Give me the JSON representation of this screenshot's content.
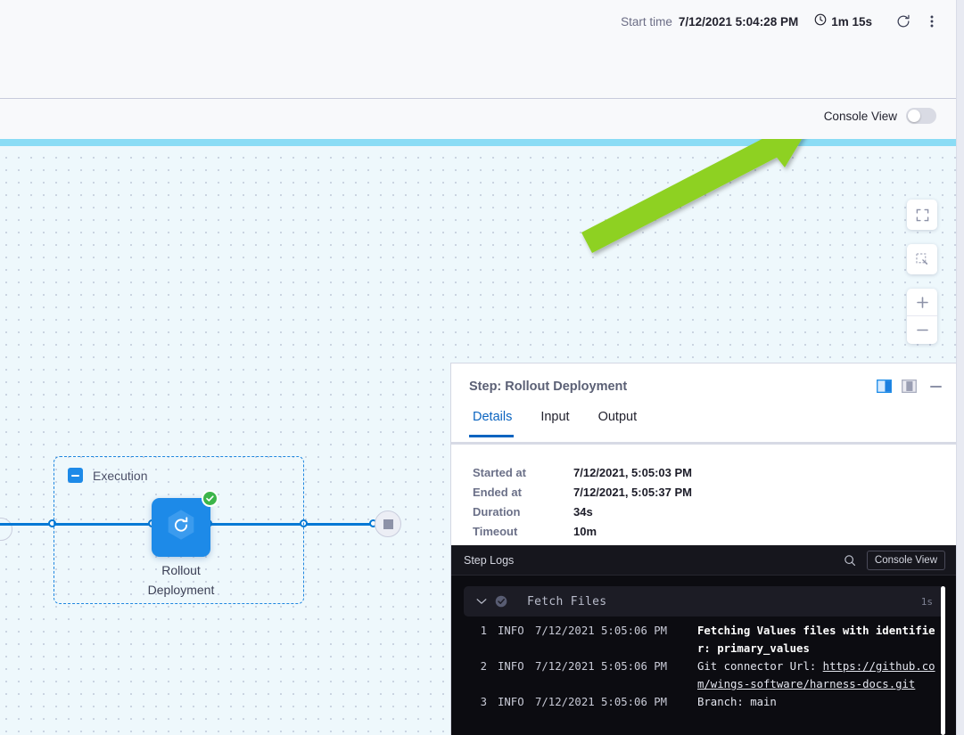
{
  "header": {
    "start_time_label": "Start time",
    "start_time_value": "7/12/2021 5:04:28 PM",
    "duration": "1m 15s",
    "refresh_icon": "refresh-icon",
    "kebab_icon": "more-options-icon",
    "clock_icon": "clock-icon"
  },
  "console_view_bar": {
    "label": "Console View",
    "toggle_state": "off"
  },
  "canvas": {
    "zoom_controls": [
      {
        "name": "fit-to-screen-button",
        "icon": "expand-icon"
      },
      {
        "name": "zoom-to-selection-button",
        "icon": "selection-box-icon"
      },
      {
        "name": "zoom-in-button",
        "icon": "plus-icon",
        "glyph": "+"
      },
      {
        "name": "zoom-out-button",
        "icon": "minus-icon",
        "glyph": "−"
      }
    ],
    "annotation": {
      "type": "arrow",
      "color": "#8ed123"
    },
    "accent_bar_color": "#8adcf5",
    "background_color": "#eef8fc"
  },
  "graph": {
    "group_label": "Execution",
    "collapse_icon": "collapse-minus-icon",
    "step": {
      "label_line1": "Rollout",
      "label_line2": "Deployment",
      "icon": "rollout-deployment-icon",
      "status": "success",
      "status_icon": "check-circle-icon",
      "color": "#1d8ae8"
    },
    "end_node": {
      "name": "pipeline-end-node",
      "icon": "stop-square-icon"
    }
  },
  "detail_panel": {
    "title": "Step: Rollout Deployment",
    "actions": [
      {
        "name": "right-panel-layout-button",
        "icon": "panel-right-icon",
        "active": true
      },
      {
        "name": "bottom-panel-layout-button",
        "icon": "panel-bottom-icon",
        "active": false
      },
      {
        "name": "minimize-panel-button",
        "icon": "minimize-icon"
      }
    ],
    "tabs": [
      {
        "label": "Details",
        "active": true
      },
      {
        "label": "Input",
        "active": false
      },
      {
        "label": "Output",
        "active": false
      }
    ],
    "details": [
      {
        "key": "Started at",
        "value": "7/12/2021, 5:05:03 PM"
      },
      {
        "key": "Ended at",
        "value": "7/12/2021, 5:05:37 PM"
      },
      {
        "key": "Duration",
        "value": "34s"
      },
      {
        "key": "Timeout",
        "value": "10m"
      }
    ]
  },
  "step_logs": {
    "title": "Step Logs",
    "search_icon": "search-icon",
    "console_view_button": "Console View",
    "section": {
      "name": "Fetch Files",
      "duration": "1s",
      "status": "success",
      "status_icon": "check-circle-icon",
      "chevron_icon": "chevron-down-icon",
      "expanded": true
    },
    "rows": [
      {
        "num": "1",
        "level": "INFO",
        "timestamp": "7/12/2021 5:05:06 PM",
        "message": "Fetching Values files with identifier: primary_values",
        "bold": true,
        "link": ""
      },
      {
        "num": "2",
        "level": "INFO",
        "timestamp": "7/12/2021 5:05:06 PM",
        "message": "Git connector Url: ",
        "bold": false,
        "link": "https://github.com/wings-software/harness-docs.git"
      },
      {
        "num": "3",
        "level": "INFO",
        "timestamp": "7/12/2021 5:05:06 PM",
        "message": "Branch: main",
        "bold": false,
        "link": ""
      }
    ]
  }
}
